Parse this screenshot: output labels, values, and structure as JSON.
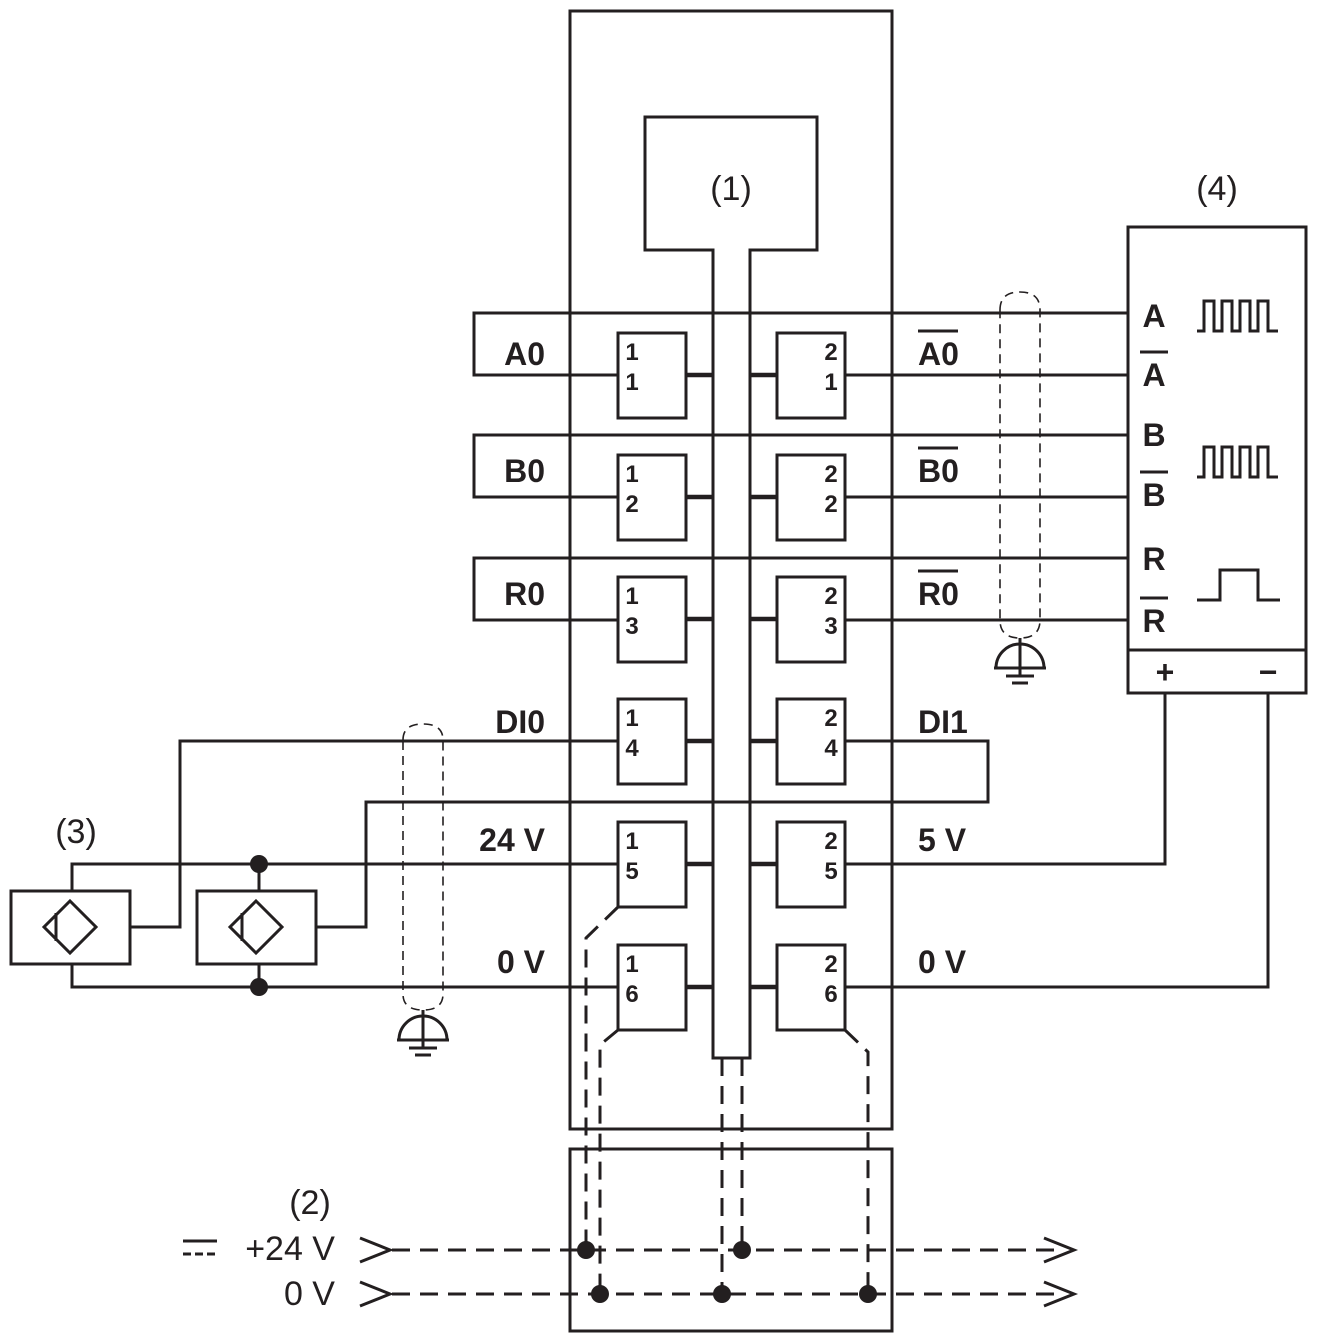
{
  "callouts": {
    "c1": "(1)",
    "c2": "(2)",
    "c3": "(3)",
    "c4": "(4)"
  },
  "left_labels": {
    "a0": "A0",
    "b0": "B0",
    "r0": "R0",
    "di0": "DI0",
    "v24": "24 V",
    "v0": "0 V"
  },
  "right_labels": {
    "a0n": "A0",
    "b0n": "B0",
    "r0n": "R0",
    "di1": "DI1",
    "v5": "5 V",
    "v0": "0 V"
  },
  "terminals": [
    {
      "top": "1",
      "bottom": "1"
    },
    {
      "top": "2",
      "bottom": "1"
    },
    {
      "top": "1",
      "bottom": "2"
    },
    {
      "top": "2",
      "bottom": "2"
    },
    {
      "top": "1",
      "bottom": "3"
    },
    {
      "top": "2",
      "bottom": "3"
    },
    {
      "top": "1",
      "bottom": "4"
    },
    {
      "top": "2",
      "bottom": "4"
    },
    {
      "top": "1",
      "bottom": "5"
    },
    {
      "top": "2",
      "bottom": "5"
    },
    {
      "top": "1",
      "bottom": "6"
    },
    {
      "top": "2",
      "bottom": "6"
    }
  ],
  "encoder": {
    "a": "A",
    "an": "A",
    "b": "B",
    "bn": "B",
    "r": "R",
    "rn": "R",
    "plus": "+",
    "minus": "−"
  },
  "power": {
    "v24": "+24 V",
    "v0": "0 V"
  }
}
